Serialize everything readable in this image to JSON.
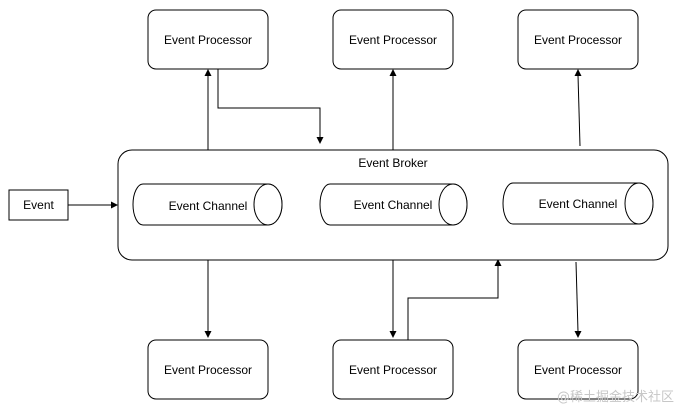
{
  "diagram": {
    "event_source": {
      "label": "Event"
    },
    "broker": {
      "label": "Event Broker"
    },
    "channels": [
      {
        "label": "Event Channel"
      },
      {
        "label": "Event Channel"
      },
      {
        "label": "Event Channel"
      }
    ],
    "processors_top": [
      {
        "label": "Event Processor"
      },
      {
        "label": "Event Processor"
      },
      {
        "label": "Event Processor"
      }
    ],
    "processors_bottom": [
      {
        "label": "Event Processor"
      },
      {
        "label": "Event Processor"
      },
      {
        "label": "Event Processor"
      }
    ]
  },
  "watermark": "@稀土掘金技术社区"
}
